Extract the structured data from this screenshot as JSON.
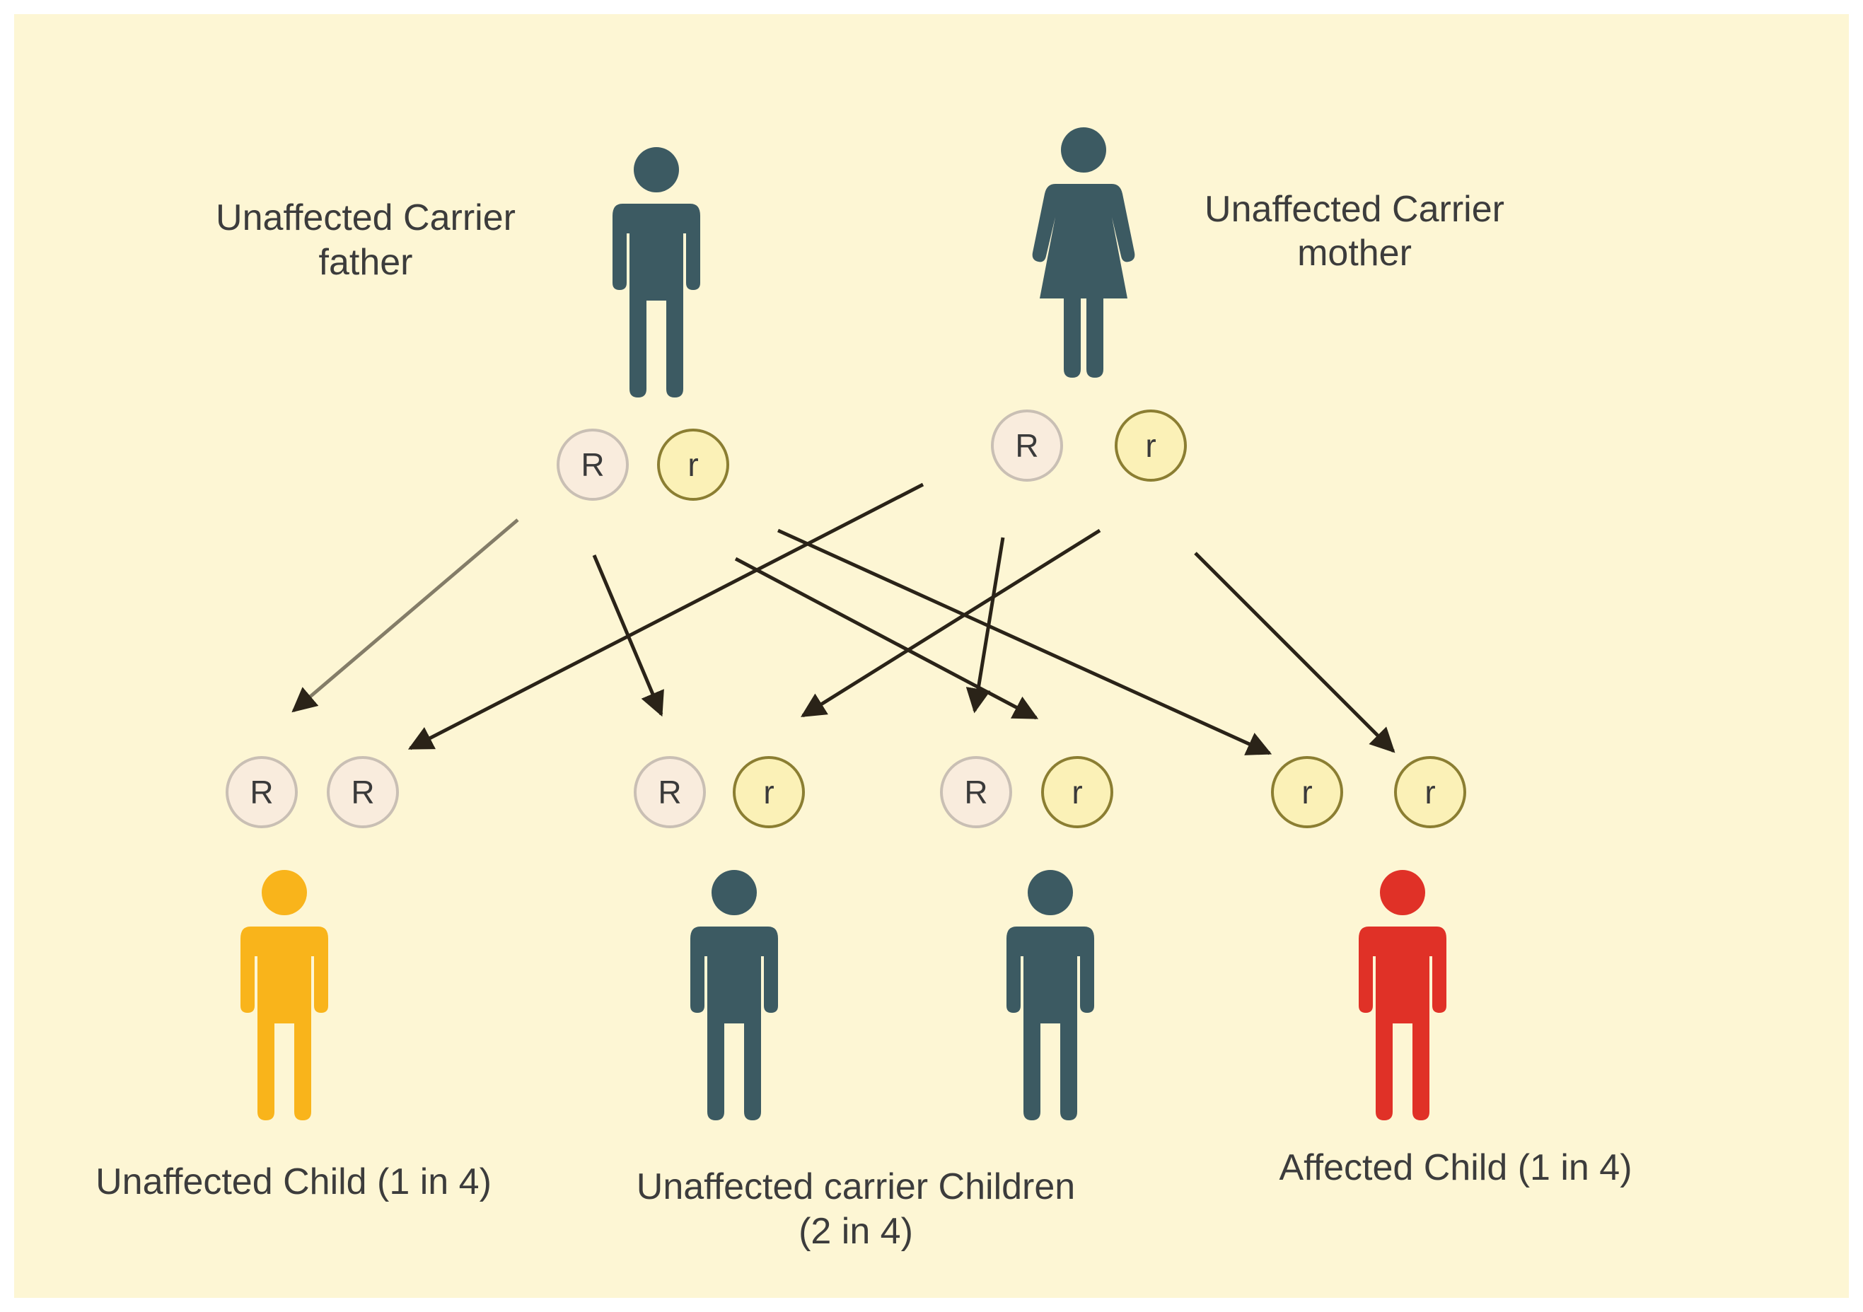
{
  "colors": {
    "background": "#fdf6d4",
    "carrier_figure": "#3c5a62",
    "unaffected_figure": "#f9b41b",
    "affected_figure": "#e03127",
    "allele_R_fill": "#f9ecdd",
    "allele_R_stroke": "#c9bfb4",
    "allele_r_fill": "#fbf1b7",
    "allele_r_stroke": "#8b7e32",
    "arrow": "#2a2318"
  },
  "parents": {
    "father": {
      "label_line1": "Unaffected Carrier",
      "label_line2": "father",
      "alleles": [
        "R",
        "r"
      ],
      "icon": "male-person-icon"
    },
    "mother": {
      "label_line1": "Unaffected Carrier",
      "label_line2": "mother",
      "alleles": [
        "R",
        "r"
      ],
      "icon": "female-person-icon"
    }
  },
  "children": [
    {
      "alleles": [
        "R",
        "R"
      ],
      "status": "unaffected",
      "icon": "male-person-icon"
    },
    {
      "alleles": [
        "R",
        "r"
      ],
      "status": "carrier",
      "icon": "male-person-icon"
    },
    {
      "alleles": [
        "R",
        "r"
      ],
      "status": "carrier",
      "icon": "male-person-icon"
    },
    {
      "alleles": [
        "r",
        "r"
      ],
      "status": "affected",
      "icon": "male-person-icon"
    }
  ],
  "group_labels": {
    "unaffected": "Unaffected Child (1 in 4)",
    "carrier_line1": "Unaffected carrier Children",
    "carrier_line2": "(2 in 4)",
    "affected": "Affected Child (1 in 4)"
  },
  "arrows": [
    {
      "from": "father.R",
      "to": "child1.allele1"
    },
    {
      "from": "father.R",
      "to": "child2.allele1"
    },
    {
      "from": "father.r",
      "to": "child3.allele2"
    },
    {
      "from": "father.r",
      "to": "child4.allele1"
    },
    {
      "from": "mother.R",
      "to": "child1.allele2"
    },
    {
      "from": "mother.R",
      "to": "child3.allele1"
    },
    {
      "from": "mother.r",
      "to": "child2.allele2"
    },
    {
      "from": "mother.r",
      "to": "child4.allele2"
    }
  ]
}
